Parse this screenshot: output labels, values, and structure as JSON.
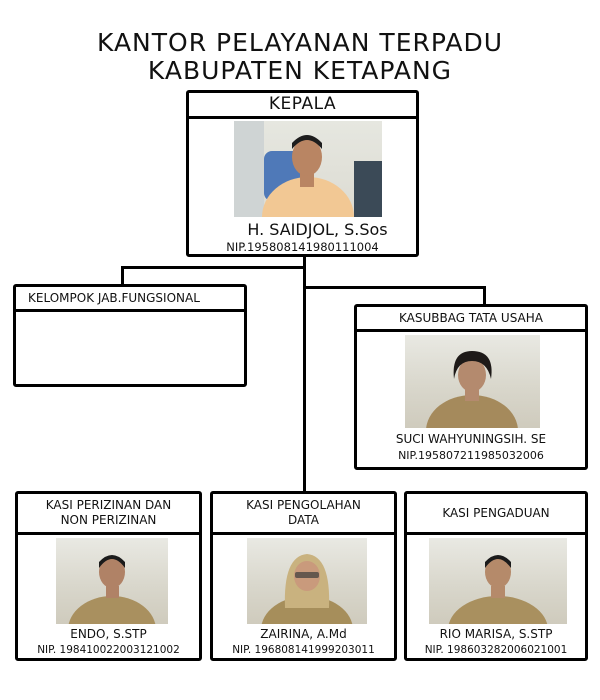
{
  "title": {
    "line1": "KANTOR PELAYANAN TERPADU",
    "line2": "KABUPATEN KETAPANG"
  },
  "kepala": {
    "position": "KEPALA",
    "name": "H. SAIDJOL, S.Sos",
    "nip": "NIP.195808141980111004"
  },
  "fungsional": {
    "position": "KELOMPOK JAB.FUNGSIONAL"
  },
  "kasubbag": {
    "position": "KASUBBAG TATA USAHA",
    "name": "SUCI WAHYUNINGSIH. SE",
    "nip": "NIP.195807211985032006"
  },
  "kasi_perizinan": {
    "position_line1": "KASI PERIZINAN DAN",
    "position_line2": "NON PERIZINAN",
    "name": "ENDO, S.STP",
    "nip": "NIP. 198410022003121002"
  },
  "kasi_pengolahan": {
    "position_line1": "KASI PENGOLAHAN",
    "position_line2": "DATA",
    "name": "ZAIRINA, A.Md",
    "nip": "NIP. 196808141999203011"
  },
  "kasi_pengaduan": {
    "position": "KASI PENGADUAN",
    "name": "RIO MARISA, S.STP",
    "nip": "NIP. 198603282006021001"
  }
}
